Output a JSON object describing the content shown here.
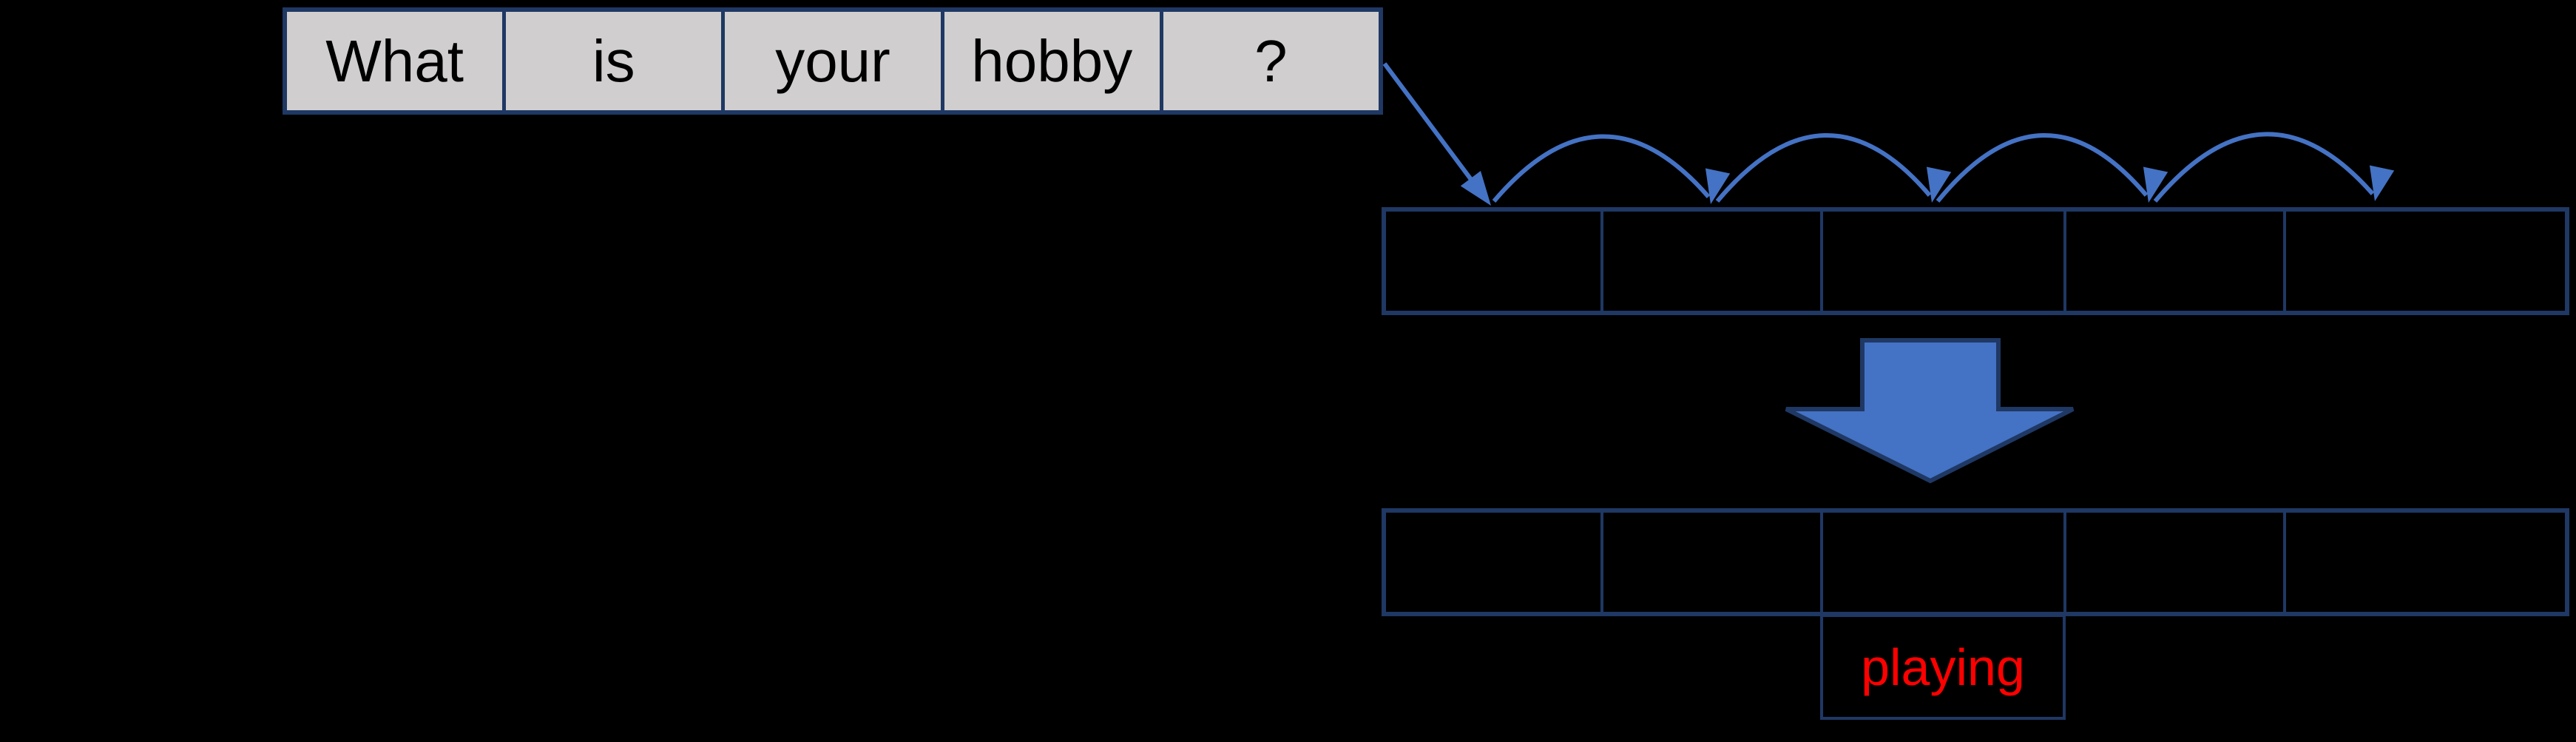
{
  "sentence_row": {
    "cells": [
      "What",
      "is",
      "your",
      "hobby",
      "?"
    ]
  },
  "token_row_top": {
    "cell_count": 5,
    "cells": [
      "",
      "",
      "",
      "",
      ""
    ]
  },
  "token_row_bottom": {
    "cell_count": 5,
    "cells": [
      "",
      "",
      "",
      "",
      ""
    ]
  },
  "prediction_cell": {
    "label": "playing"
  },
  "icons": {
    "input_arrow": "straight-diagonal-arrow",
    "hop_arcs": [
      "hop-arc-1",
      "hop-arc-2",
      "hop-arc-3",
      "hop-arc-4"
    ],
    "transform_arrow": "big-down-arrow"
  },
  "colors": {
    "background": "#000000",
    "accent_blue": "#4472C4",
    "border_navy": "#1F3864",
    "word_cell_gray": "#D0CECE",
    "word_text_black": "#000000",
    "prediction_red": "#FF0000"
  }
}
